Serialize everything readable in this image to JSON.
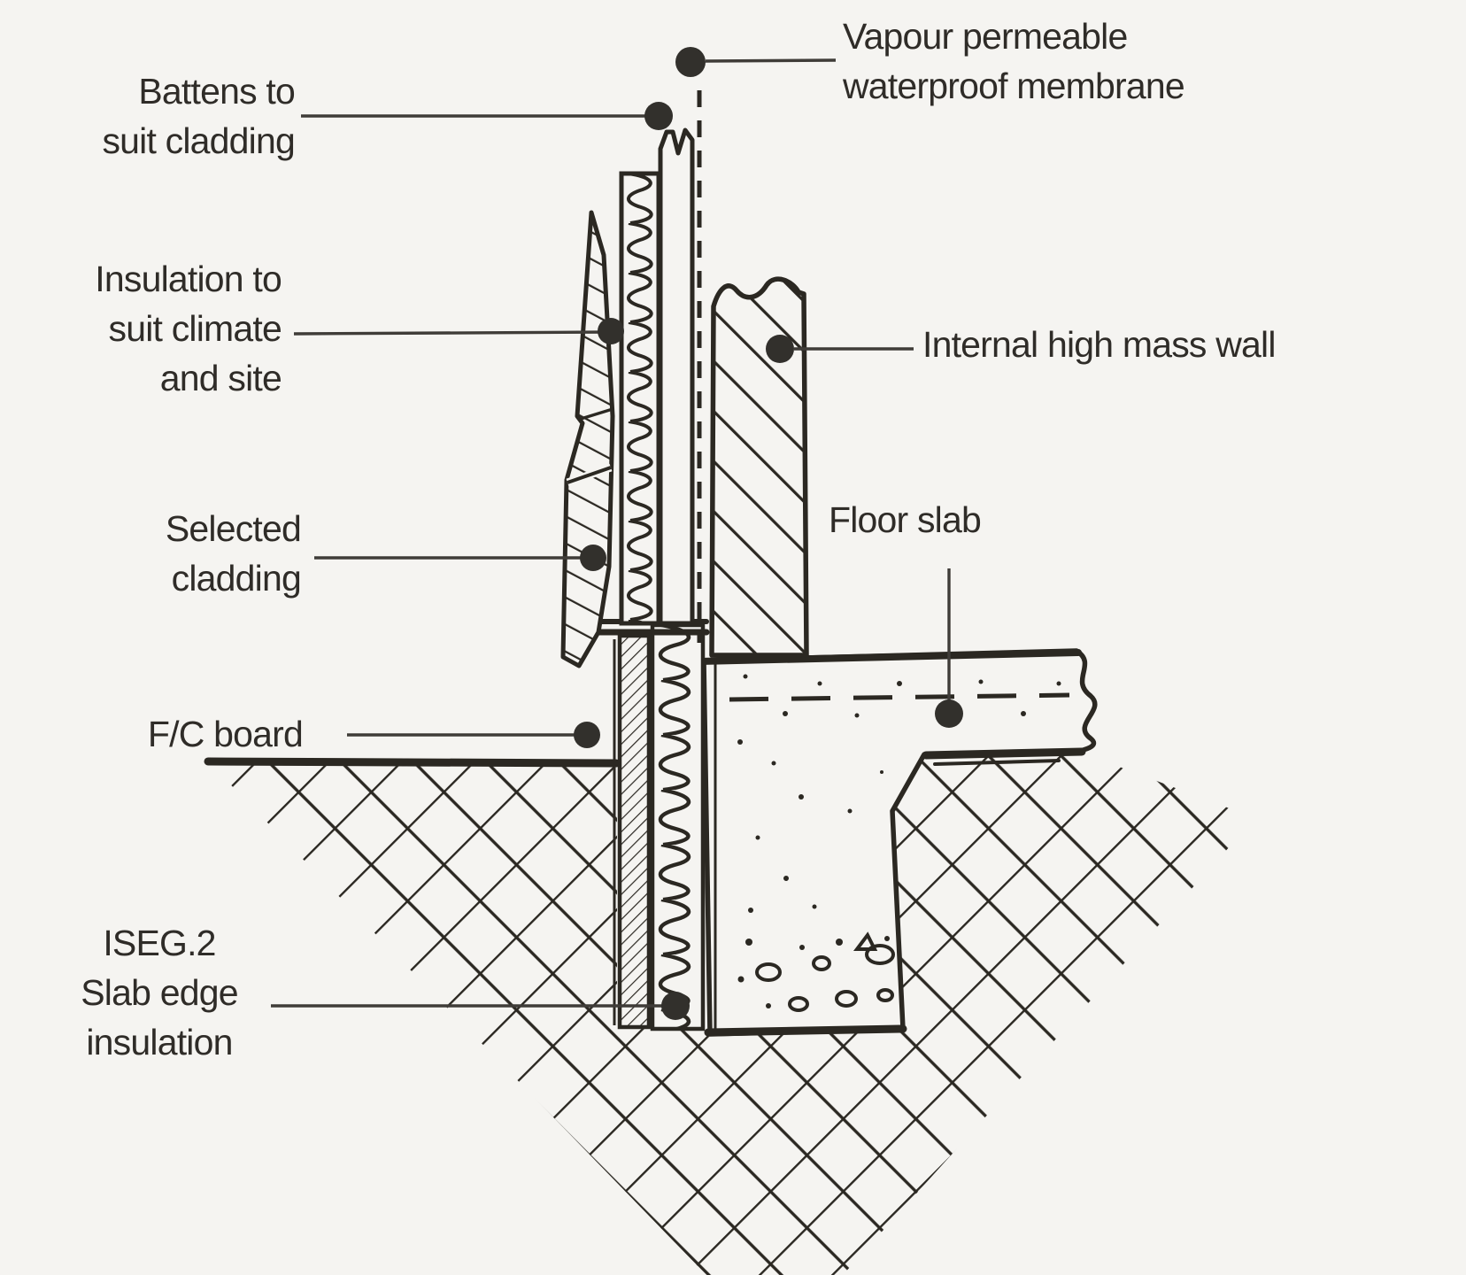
{
  "labels": {
    "battens": {
      "lines": [
        "Battens to",
        "suit cladding"
      ]
    },
    "vapour": {
      "lines": [
        "Vapour permeable",
        "waterproof membrane"
      ]
    },
    "insulation": {
      "lines": [
        "Insulation to",
        "suit climate",
        "and site"
      ]
    },
    "cladding": {
      "lines": [
        "Selected",
        "cladding"
      ]
    },
    "fc_board": {
      "lines": [
        "F/C board"
      ]
    },
    "iseg": {
      "lines": [
        "ISEG.2",
        "Slab edge",
        "insulation"
      ]
    },
    "internal_wall": {
      "lines": [
        "Internal high mass wall"
      ]
    },
    "floor_slab": {
      "lines": [
        "Floor slab"
      ]
    }
  },
  "colors": {
    "background": "#f5f4f1",
    "line": "#2b2822",
    "text": "#2f2c28",
    "leader": "#3f3c38",
    "dot": "#32302c"
  }
}
